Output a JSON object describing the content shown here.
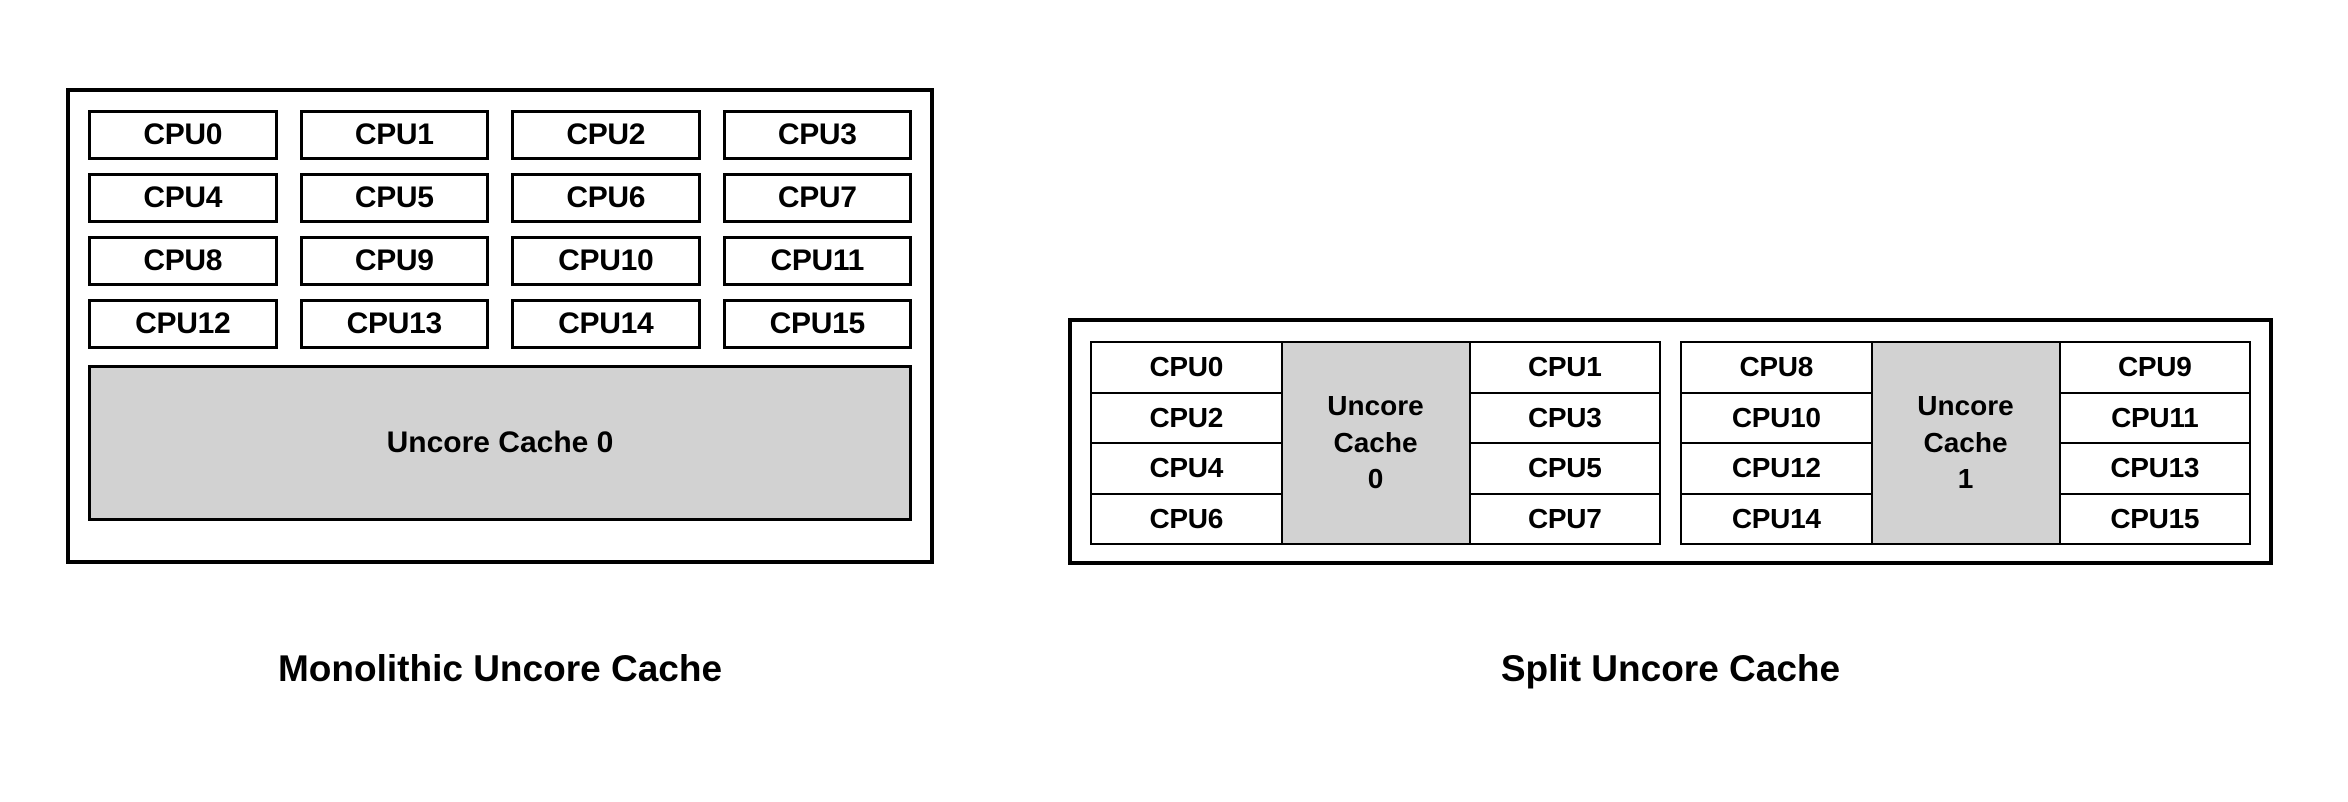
{
  "diagram": {
    "background_color": "#ffffff",
    "line_color": "#000000",
    "cache_fill_color": "#d2d2d2"
  },
  "panels": {
    "monolithic": {
      "caption": "Monolithic Uncore Cache",
      "cpu_rows": [
        [
          "CPU0",
          "CPU1",
          "CPU2",
          "CPU3"
        ],
        [
          "CPU4",
          "CPU5",
          "CPU6",
          "CPU7"
        ],
        [
          "CPU8",
          "CPU9",
          "CPU10",
          "CPU11"
        ],
        [
          "CPU12",
          "CPU13",
          "CPU14",
          "CPU15"
        ]
      ],
      "uncore_cache": {
        "label": "Uncore Cache 0"
      }
    },
    "split": {
      "caption": "Split Uncore Cache",
      "groups": [
        {
          "left_cpus": [
            "CPU0",
            "CPU2",
            "CPU4",
            "CPU6"
          ],
          "cache": {
            "line1": "Uncore",
            "line2": "Cache",
            "line3": "0"
          },
          "right_cpus": [
            "CPU1",
            "CPU3",
            "CPU5",
            "CPU7"
          ]
        },
        {
          "left_cpus": [
            "CPU8",
            "CPU10",
            "CPU12",
            "CPU14"
          ],
          "cache": {
            "line1": "Uncore",
            "line2": "Cache",
            "line3": "1"
          },
          "right_cpus": [
            "CPU9",
            "CPU11",
            "CPU13",
            "CPU15"
          ]
        }
      ]
    }
  }
}
